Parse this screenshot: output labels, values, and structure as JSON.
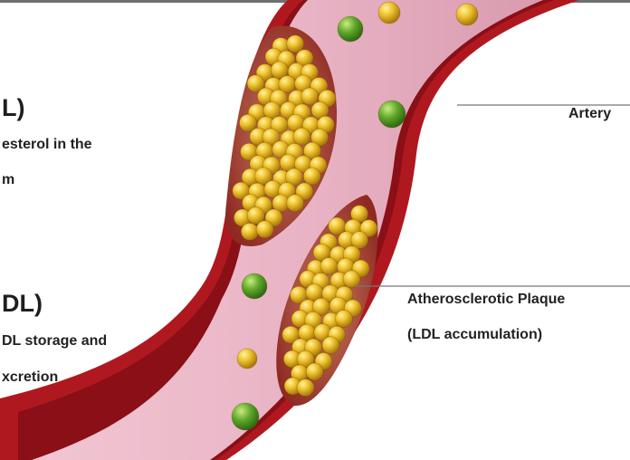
{
  "left_labels": {
    "hdl_heading_fragment": "L)",
    "hdl_line1_fragment": "esterol in the",
    "hdl_line2_fragment": "m",
    "ldl_heading_fragment": "DL)",
    "ldl_line1_fragment": "DL storage and",
    "ldl_line2_fragment": "xcretion"
  },
  "callouts": {
    "artery": "Artery",
    "plaque_title": "Atherosclerotic Plaque",
    "plaque_subtitle": "(LDL accumulation)"
  },
  "colors": {
    "vessel_wall": "#b01820",
    "vessel_lumen": "#eab6c6",
    "plaque_yellow": "#e8b820",
    "hdl_green": "#5aa028",
    "leader_line": "#777777"
  }
}
